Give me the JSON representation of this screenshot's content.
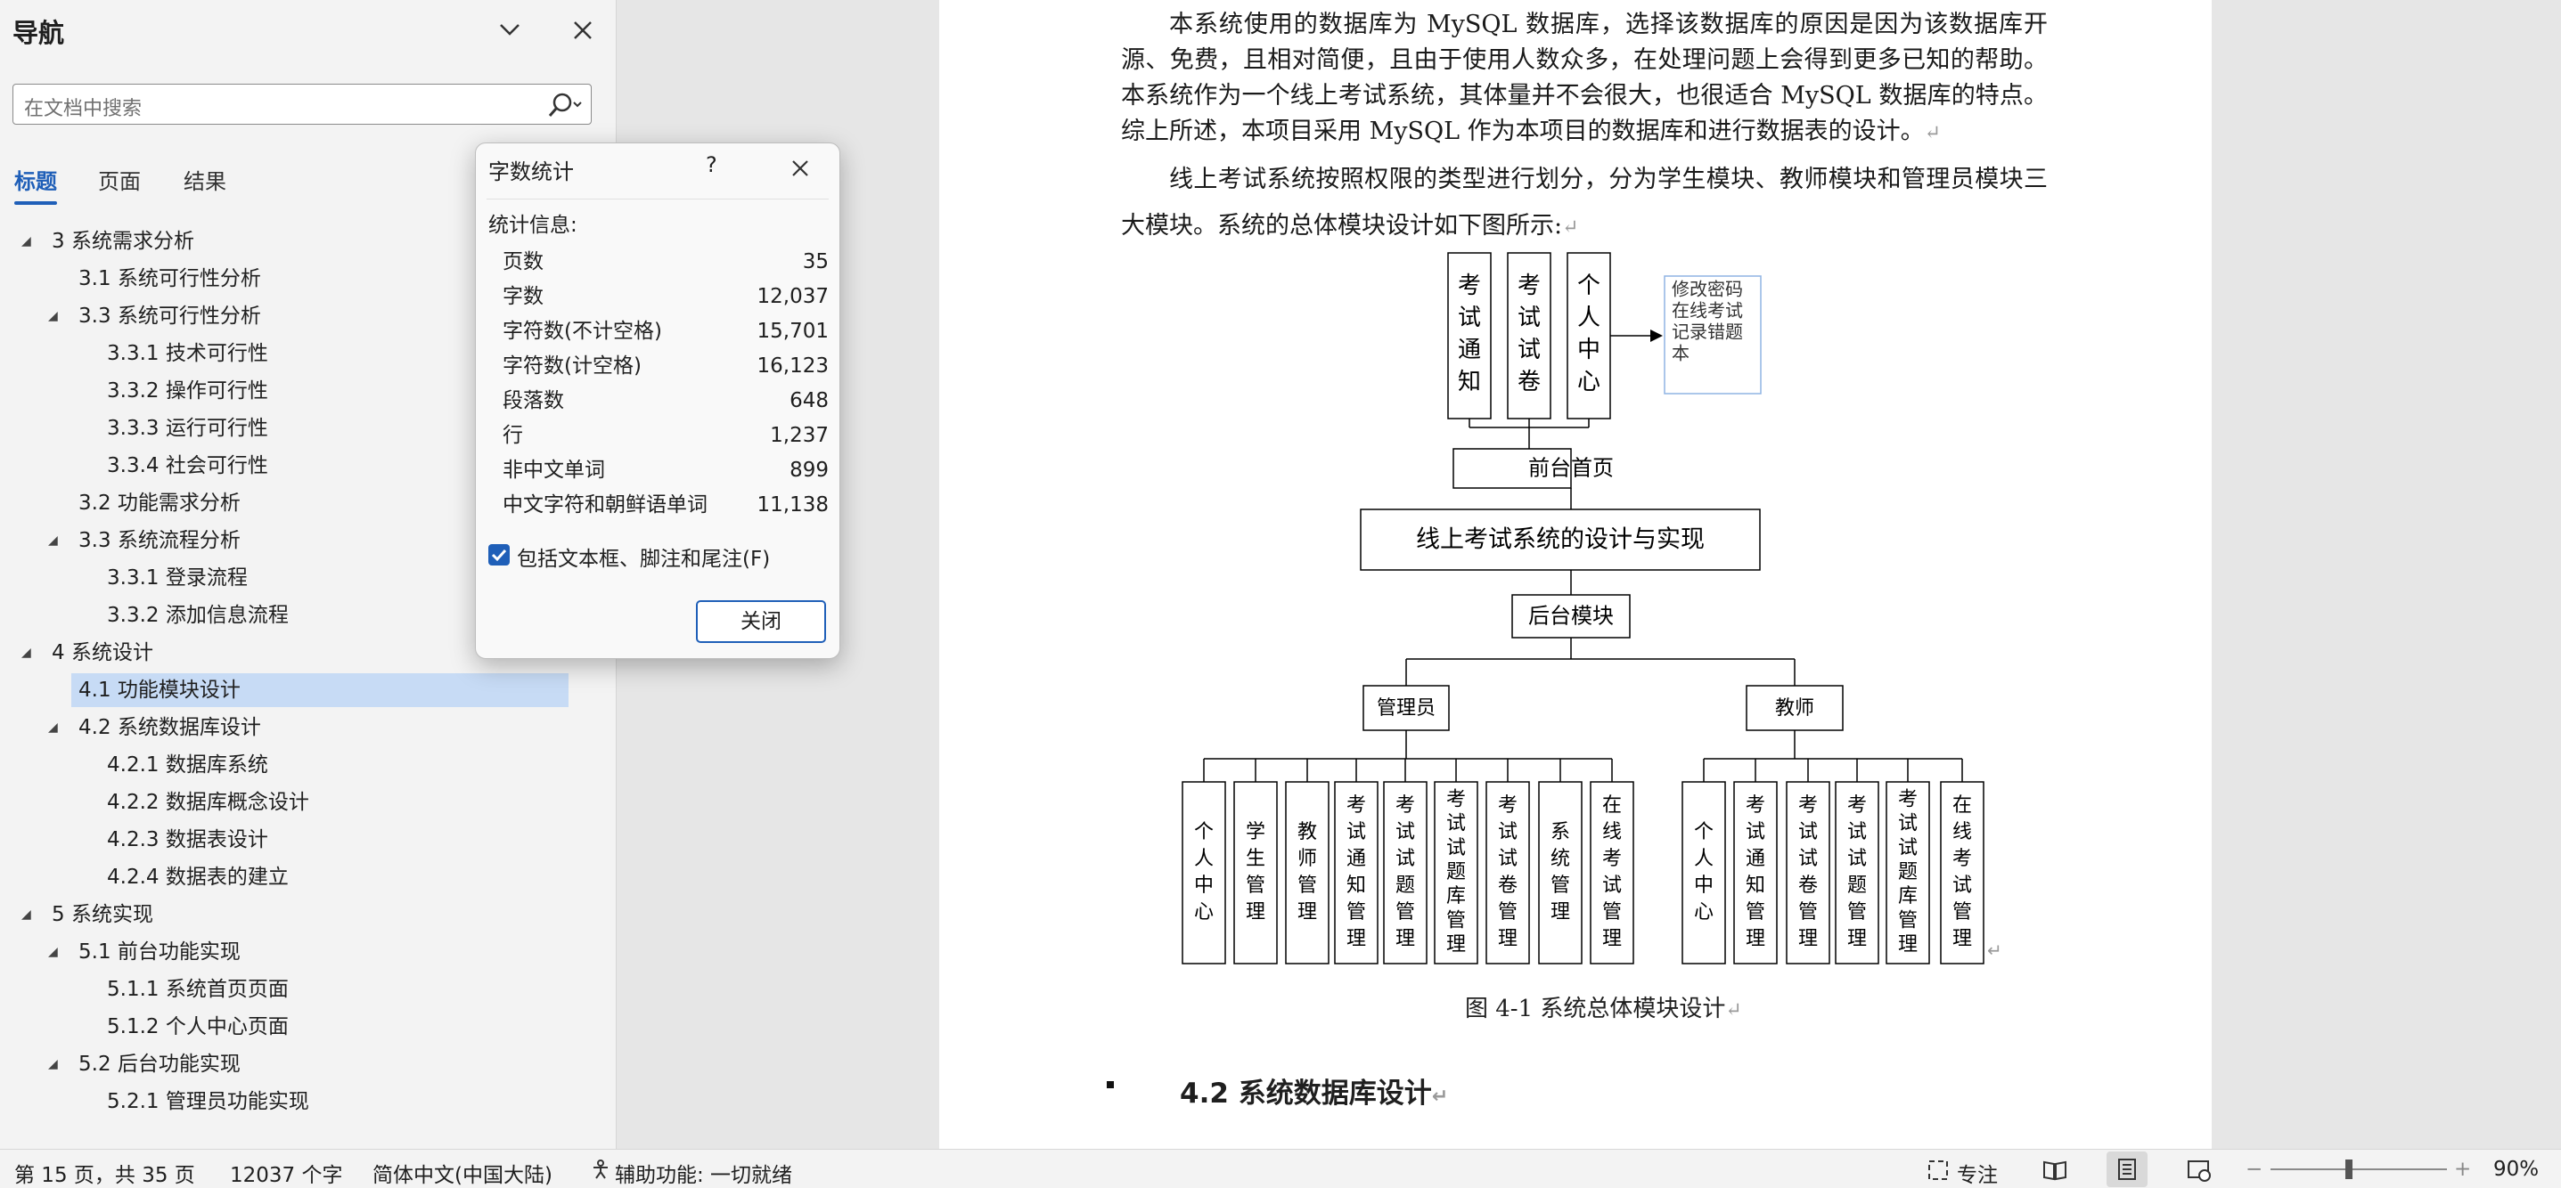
{
  "nav": {
    "title": "导航",
    "search_placeholder": "在文档中搜索",
    "tabs": [
      "标题",
      "页面",
      "结果"
    ],
    "items": [
      {
        "label": "3  系统需求分析",
        "level": 1,
        "arrow": true
      },
      {
        "label": "3.1 系统可行性分析",
        "level": 2,
        "arrow": false
      },
      {
        "label": "3.3 系统可行性分析",
        "level": 2,
        "arrow": true
      },
      {
        "label": "3.3.1 技术可行性",
        "level": 3,
        "arrow": false
      },
      {
        "label": "3.3.2 操作可行性",
        "level": 3,
        "arrow": false
      },
      {
        "label": "3.3.3 运行可行性",
        "level": 3,
        "arrow": false
      },
      {
        "label": "3.3.4 社会可行性",
        "level": 3,
        "arrow": false
      },
      {
        "label": "3.2 功能需求分析",
        "level": 2,
        "arrow": false
      },
      {
        "label": "3.3 系统流程分析",
        "level": 2,
        "arrow": true
      },
      {
        "label": "3.3.1 登录流程",
        "level": 3,
        "arrow": false
      },
      {
        "label": "3.3.2 添加信息流程",
        "level": 3,
        "arrow": false
      },
      {
        "label": "4  系统设计",
        "level": 1,
        "arrow": true
      },
      {
        "label": "4.1 功能模块设计",
        "level": 2,
        "arrow": false,
        "selected": true
      },
      {
        "label": "4.2 系统数据库设计",
        "level": 2,
        "arrow": true
      },
      {
        "label": "4.2.1 数据库系统",
        "level": 3,
        "arrow": false
      },
      {
        "label": "4.2.2 数据库概念设计",
        "level": 3,
        "arrow": false
      },
      {
        "label": "4.2.3 数据表设计",
        "level": 3,
        "arrow": false
      },
      {
        "label": "4.2.4 数据表的建立",
        "level": 3,
        "arrow": false
      },
      {
        "label": "5  系统实现",
        "level": 1,
        "arrow": true
      },
      {
        "label": "5.1 前台功能实现",
        "level": 2,
        "arrow": true
      },
      {
        "label": "5.1.1 系统首页页面",
        "level": 3,
        "arrow": false
      },
      {
        "label": "5.1.2 个人中心页面",
        "level": 3,
        "arrow": false
      },
      {
        "label": "5.2 后台功能实现",
        "level": 2,
        "arrow": true
      },
      {
        "label": "5.2.1 管理员功能实现",
        "level": 3,
        "arrow": false
      }
    ]
  },
  "dialog": {
    "title": "字数统计",
    "help": "?",
    "section": "统计信息:",
    "rows": [
      {
        "k": "页数",
        "v": "35"
      },
      {
        "k": "字数",
        "v": "12,037"
      },
      {
        "k": "字符数(不计空格)",
        "v": "15,701"
      },
      {
        "k": "字符数(计空格)",
        "v": "16,123"
      },
      {
        "k": "段落数",
        "v": "648"
      },
      {
        "k": "行",
        "v": "1,237"
      },
      {
        "k": "非中文单词",
        "v": "899"
      },
      {
        "k": "中文字符和朝鲜语单词",
        "v": "11,138"
      }
    ],
    "checkbox_label": "包括文本框、脚注和尾注(F)",
    "close": "关闭"
  },
  "doc": {
    "para1": "本系统使用的数据库为 MySQL 数据库，选择该数据库的原因是因为该数据库开源、免费，且相对简便，且由于使用人数众多，在处理问题上会得到更多已知的帮助。本系统作为一个线上考试系统，其体量并不会很大，也很适合 MySQL 数据库的特点。综上所述，本项目采用 MySQL 作为本项目的数据库和进行数据表的设计。",
    "para2": "线上考试系统按照权限的类型进行划分，分为学生模块、教师模块和管理员模块三大模块。系统的总体模块设计如下图所示:",
    "para_mark": "↵",
    "figure_caption": "图 4-1  系统总体模块设计",
    "heading": "4.2  系统数据库设计",
    "diagram": {
      "top_modules": [
        "考试通知",
        "考试试卷",
        "个人中心"
      ],
      "side_box": "修改密码 在线考试 记录错题本",
      "front": "前台首页",
      "system": "线上考试系统的设计与实现",
      "back": "后台模块",
      "admin": "管理员",
      "teacher": "教师",
      "admin_items": [
        "个人中心",
        "学生管理",
        "教师管理",
        "考试通知管理",
        "考试试题管理",
        "考试试题库管理",
        "考试试卷管理",
        "系统管理",
        "在线考试管理"
      ],
      "teacher_items": [
        "个人中心",
        "考试通知管理",
        "考试试卷管理",
        "考试试题管理",
        "考试试题库管理",
        "在线考试管理"
      ]
    }
  },
  "status": {
    "page": "第 15 页，共 35 页",
    "words": "12037 个字",
    "lang": "简体中文(中国大陆)",
    "access": "辅助功能: 一切就绪",
    "focus": "专注",
    "zoom": "90%"
  }
}
